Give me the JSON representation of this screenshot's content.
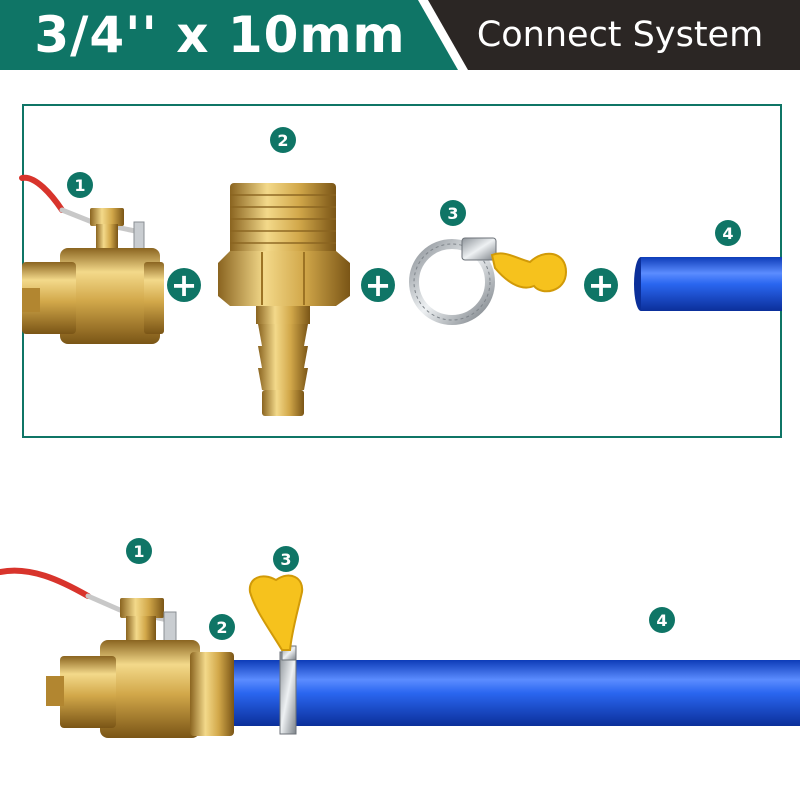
{
  "header": {
    "size_label": "3/4'' x 10mm",
    "system_label": "Connect System",
    "colors": {
      "teal": "#0f7566",
      "dark": "#2b2624"
    }
  },
  "components": [
    {
      "number": "1",
      "icon": "ball-valve-icon"
    },
    {
      "number": "2",
      "icon": "hose-barb-fitting-icon"
    },
    {
      "number": "3",
      "icon": "hose-clamp-icon"
    },
    {
      "number": "4",
      "icon": "blue-hose-icon"
    }
  ],
  "connector_symbol": "+",
  "assembly": {
    "labels": [
      "1",
      "2",
      "3",
      "4"
    ]
  },
  "colors": {
    "brass": "#d2a84a",
    "hose": "#1f5ee8",
    "clamp_key": "#f6c21d",
    "handle": "#d8342c"
  }
}
